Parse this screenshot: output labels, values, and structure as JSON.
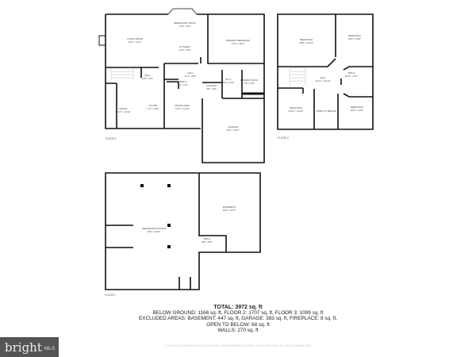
{
  "floors": [
    {
      "label": "FLOOR 2",
      "rooms": [
        {
          "name": "BREAKFAST NOOK",
          "dims": "14'4\" x 9'8\""
        },
        {
          "name": "LIVING ROOM",
          "dims": "16'3\" x 17'0\""
        },
        {
          "name": "KITCHEN",
          "dims": "14'4\" x 9'8\""
        },
        {
          "name": "PRIMARY BEDROOM",
          "dims": "17'8\" x 18'1\""
        },
        {
          "name": "HALL",
          "dims": "12'8\" x 6'6\""
        },
        {
          "name": "HALL",
          "dims": "11'1\" x 5'8\""
        },
        {
          "name": "BATH",
          "dims": "6'1\" x 5'1\""
        },
        {
          "name": "LAUNDRY",
          "dims": "5'8\" x 8'1\""
        },
        {
          "name": "W.I.C",
          "dims": "5'6\" x 10'3\""
        },
        {
          "name": "PRIMARY BATH",
          "dims": "7'8\" x 9'8\""
        },
        {
          "name": "OFFICE",
          "dims": "11'10\" x 12'11\""
        },
        {
          "name": "FOYER",
          "dims": "7'3\" x 12'8\""
        },
        {
          "name": "DINING AREA",
          "dims": "12'4\" x 13'11\""
        },
        {
          "name": "GARAGE",
          "dims": "18'1\" x 20'7\""
        }
      ]
    },
    {
      "label": "FLOOR 3",
      "rooms": [
        {
          "name": "BEDROOM",
          "dims": "16'8\" x 16'10\""
        },
        {
          "name": "BEDROOM",
          "dims": "12'9\" x 14'0\""
        },
        {
          "name": "HALL",
          "dims": "11'11\" x 11'10\""
        },
        {
          "name": "BATH",
          "dims": "10'11\" x 8'1\""
        },
        {
          "name": "BEDROOM",
          "dims": "11'10\" x 12'11\""
        },
        {
          "name": "OPEN TO BELOW",
          "dims": ""
        },
        {
          "name": "BEDROOM",
          "dims": "12'9\" x 13'0\""
        }
      ]
    },
    {
      "label": "FLOOR 1",
      "rooms": [
        {
          "name": "RECREATION ROOM",
          "dims": "30'4\" x 30'3\""
        },
        {
          "name": "BASEMENT",
          "dims": "19'8\" x 22'4\""
        },
        {
          "name": "BATH",
          "dims": "8'8\" x 8'8\""
        }
      ]
    }
  ],
  "summary": {
    "total": "TOTAL: 3972 sq. ft",
    "line1": "BELOW GROUND: 1166 sq. ft, FLOOR 2: 1707 sq. ft, FLOOR 3: 1099 sq. ft",
    "line2": "EXCLUDED AREAS: BASEMENT: 447 sq. ft, GARAGE: 383 sq. ft, FIREPLACE: 8 sq. ft,",
    "line3": "OPEN TO BELOW: 68 sq. ft",
    "line4": "WALLS: 270 sq. ft"
  },
  "disclaimer": "FLOOR PLAN CREATED BY CUBICASA APP. MEASUREMENTS DEEMED HIGHLY RELIABLE BUT NOT GUARANTEED.",
  "logo": {
    "brand": "bright",
    "suffix": "MLS",
    "background": "#555555"
  }
}
